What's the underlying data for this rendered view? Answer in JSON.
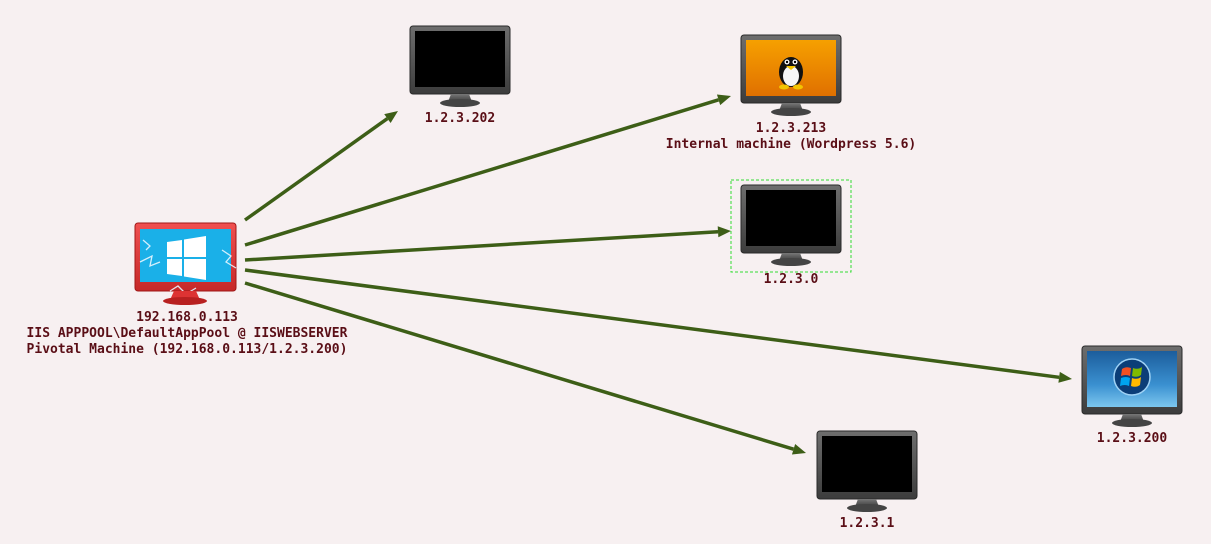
{
  "pivot": {
    "ip": "192.168.0.113",
    "user": "IIS APPPOOL\\DefaultAppPool @ IISWEBSERVER",
    "role": "Pivotal Machine (192.168.0.113/1.2.3.200)",
    "os_icon": "windows-logo-icon",
    "compromised": true
  },
  "nodes": [
    {
      "id": "n202",
      "ip": "1.2.3.202",
      "desc": "",
      "os_icon": "unknown-screen",
      "selected": false
    },
    {
      "id": "n213",
      "ip": "1.2.3.213",
      "desc": "Internal machine (Wordpress 5.6)",
      "os_icon": "linux-tux-icon",
      "selected": false
    },
    {
      "id": "n0",
      "ip": "1.2.3.0",
      "desc": "",
      "os_icon": "unknown-screen",
      "selected": true
    },
    {
      "id": "n200",
      "ip": "1.2.3.200",
      "desc": "",
      "os_icon": "windows-7-logo-icon",
      "selected": false
    },
    {
      "id": "n1",
      "ip": "1.2.3.1",
      "desc": "",
      "os_icon": "unknown-screen",
      "selected": false
    }
  ],
  "edges": [
    {
      "from": "pivot",
      "to": "n202"
    },
    {
      "from": "pivot",
      "to": "n213"
    },
    {
      "from": "pivot",
      "to": "n0"
    },
    {
      "from": "pivot",
      "to": "n200"
    },
    {
      "from": "pivot",
      "to": "n1"
    }
  ],
  "colors": {
    "background": "#f7f0f1",
    "edge": "#3d5e17",
    "label": "#5a0e16",
    "pivot_frame": "#e23b3b",
    "pivot_screen": "#1ab0e8",
    "linux_screen": "#f08a00",
    "win7_screen": "#3a86c8",
    "selection": "#33dd33"
  }
}
